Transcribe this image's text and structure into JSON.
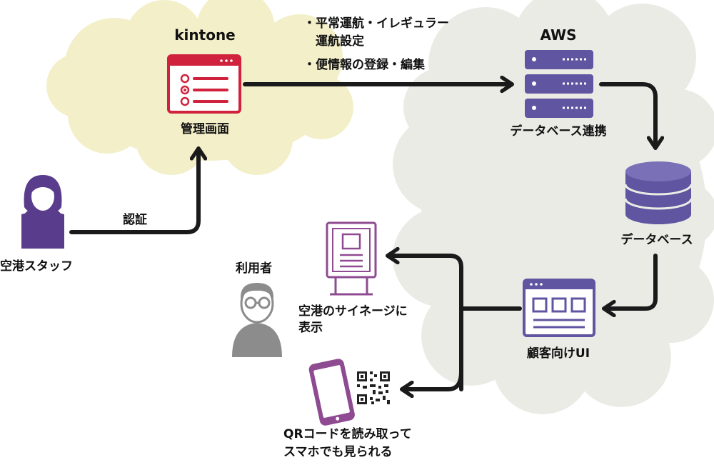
{
  "clouds": {
    "kintone": {
      "title": "kintone"
    },
    "aws": {
      "title": "AWS"
    }
  },
  "nodes": {
    "admin_screen": {
      "label": "管理画面",
      "icon": "admin-window-icon"
    },
    "airport_staff": {
      "label": "空港スタッフ",
      "icon": "staff-person-icon"
    },
    "aws_server": {
      "label": "データベース連携",
      "icon": "server-rack-icon"
    },
    "database": {
      "label": "データベース",
      "icon": "database-cylinder-icon"
    },
    "customer_ui": {
      "label": "顧客向けUI",
      "icon": "customer-ui-window-icon"
    },
    "user": {
      "label": "利用者",
      "icon": "user-person-icon"
    },
    "signage": {
      "label_lines": [
        "空港のサイネージに",
        "表示"
      ],
      "icon": "signage-kiosk-icon"
    },
    "smartphone": {
      "label_lines": [
        "QRコードを読み取って",
        "スマホでも見られる"
      ],
      "icon": "smartphone-icon"
    },
    "qr": {
      "icon": "qr-code-icon"
    }
  },
  "edges": {
    "auth": {
      "label": "認証"
    },
    "to_aws": {
      "label_lines": [
        "・平常運航・イレギュラー",
        "　運航設定",
        "・便情報の登録・編集"
      ]
    }
  },
  "colors": {
    "cloud_kintone": "#f3efc9",
    "cloud_aws": "#ebebe6",
    "kintone_red": "#d0223c",
    "aws_purple": "#5f55a0",
    "signage_purple": "#8f4b91",
    "phone_purple": "#8f4b91",
    "staff_purple": "#5a3c8c",
    "user_gray": "#8c8c8c",
    "arrow": "#1a1a1a"
  }
}
